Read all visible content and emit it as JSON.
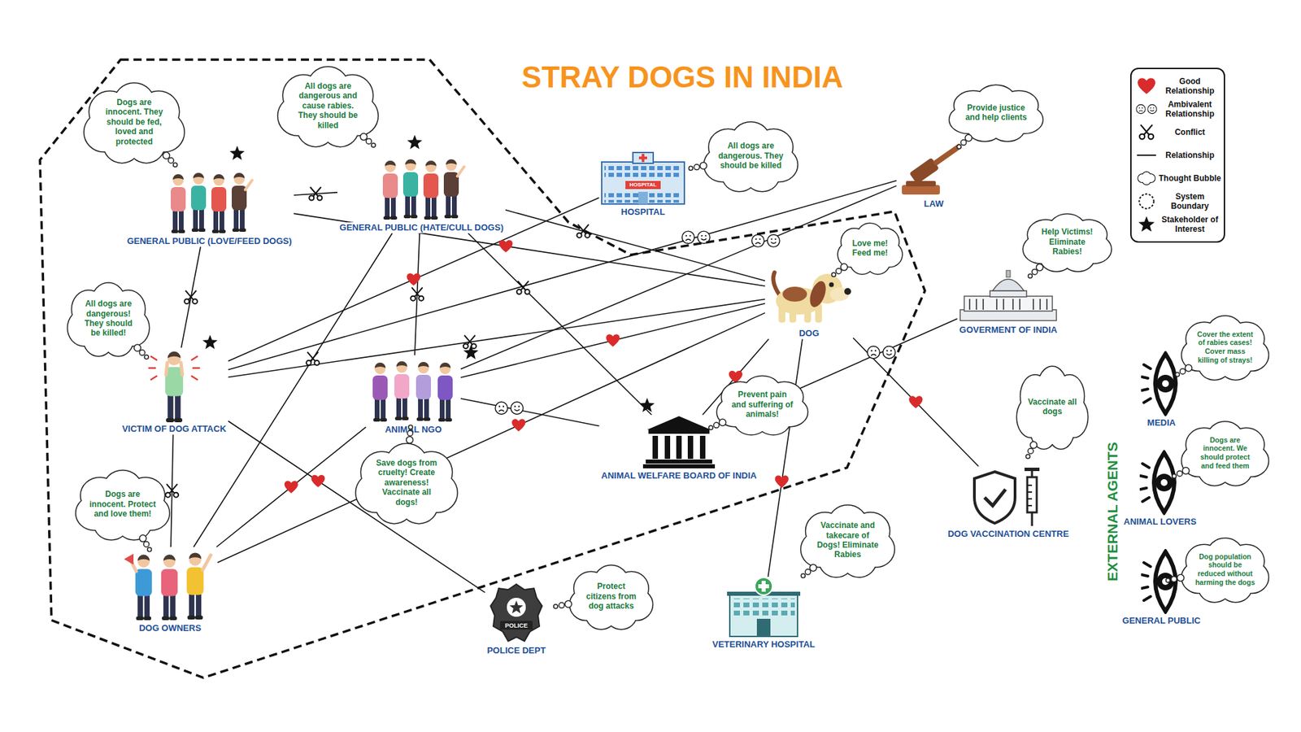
{
  "diagram": {
    "title": "STRAY DOGS IN INDIA",
    "nodes": [
      {
        "text": [
          "GENERAL PUBLIC (LOVE/FEED DOGS)",
          "Dogs are innocent. They should be fed, loved and protected"
        ]
      },
      {
        "text": [
          "GENERAL PUBLIC (HATE/CULL DOGS)",
          "All dogs are dangerous and cause rabies. They should be killed"
        ]
      },
      {
        "text": [
          "HOSPITAL",
          "All dogs are dangerous. They should be killed"
        ]
      },
      {
        "text": [
          "LAW",
          "Provide justice and help clients"
        ]
      },
      {
        "text": [
          "DOG",
          "Love me! Feed me!"
        ]
      },
      {
        "text": [
          "GOVERMENT OF INDIA",
          "Help Victims! Eliminate Rabies!"
        ]
      },
      {
        "text": [
          "VICTIM OF DOG ATTACK",
          "All dogs are dangerous! They should be killed!"
        ]
      },
      {
        "text": [
          "ANIMAL NGO",
          "Save dogs from cruelty! Create awareness! Vaccinate all dogs!"
        ]
      },
      {
        "text": [
          "ANIMAL WELFARE BOARD OF INDIA",
          "Prevent pain and suffering of animals!"
        ]
      },
      {
        "text": [
          "DOG VACCINATION CENTRE",
          "Vaccinate all dogs"
        ]
      },
      {
        "text": [
          "DOG OWNERS",
          "Dogs are innocent. Protect and love them!"
        ]
      },
      {
        "text": [
          "POLICE DEPT",
          "Protect citizens from dog attacks"
        ]
      },
      {
        "text": [
          "VETERINARY HOSPITAL",
          "Vaccinate and takecare of Dogs! Eliminate Rabies"
        ]
      },
      {
        "text": [
          "MEDIA",
          "Cover the extent of rabies cases! Cover mass killing of strays!"
        ]
      },
      {
        "text": [
          "ANIMAL LOVERS",
          "Dogs are innocent. We should protect and feed them"
        ]
      },
      {
        "text": [
          "GENERAL PUBLIC",
          "Dog population should be reduced without harming the dogs"
        ]
      }
    ],
    "edges": [
      {
        "from": 0,
        "to": 1,
        "arrow": "none"
      },
      {
        "from": 0,
        "to": 6,
        "arrow": "none"
      },
      {
        "from": 0,
        "to": 4,
        "arrow": "none"
      },
      {
        "from": 1,
        "to": 4,
        "arrow": "none"
      },
      {
        "from": 1,
        "to": 7,
        "arrow": "none"
      },
      {
        "from": 1,
        "to": 10,
        "arrow": "none"
      },
      {
        "from": 1,
        "to": 8,
        "arrow": "none"
      },
      {
        "from": 2,
        "to": 6,
        "arrow": "none"
      },
      {
        "from": 3,
        "to": 6,
        "arrow": "none"
      },
      {
        "from": 3,
        "to": 7,
        "arrow": "none"
      },
      {
        "from": 6,
        "to": 4,
        "arrow": "none"
      },
      {
        "from": 6,
        "to": 11,
        "arrow": "none"
      },
      {
        "from": 6,
        "to": 10,
        "arrow": "none"
      },
      {
        "from": 7,
        "to": 4,
        "arrow": "none"
      },
      {
        "from": 7,
        "to": 8,
        "arrow": "none"
      },
      {
        "from": 10,
        "to": 7,
        "arrow": "none"
      },
      {
        "from": 10,
        "to": 4,
        "arrow": "none"
      },
      {
        "from": 8,
        "to": 4,
        "arrow": "none"
      },
      {
        "from": 5,
        "to": 8,
        "arrow": "none"
      },
      {
        "from": 12,
        "to": 4,
        "arrow": "none"
      },
      {
        "from": 4,
        "to": 9,
        "arrow": "none"
      }
    ],
    "labels": [
      "EXTERNAL AGENTS",
      "HOSPITAL",
      "POLICE"
    ],
    "legend": [
      {
        "text": "Good Relationship"
      },
      {
        "text": "Ambivalent Relationship"
      },
      {
        "text": "Conflict"
      },
      {
        "text": "Relationship"
      },
      {
        "text": "Thought Bubble"
      },
      {
        "text": "System Boundary"
      },
      {
        "text": "Stakeholder of Interest"
      }
    ]
  }
}
